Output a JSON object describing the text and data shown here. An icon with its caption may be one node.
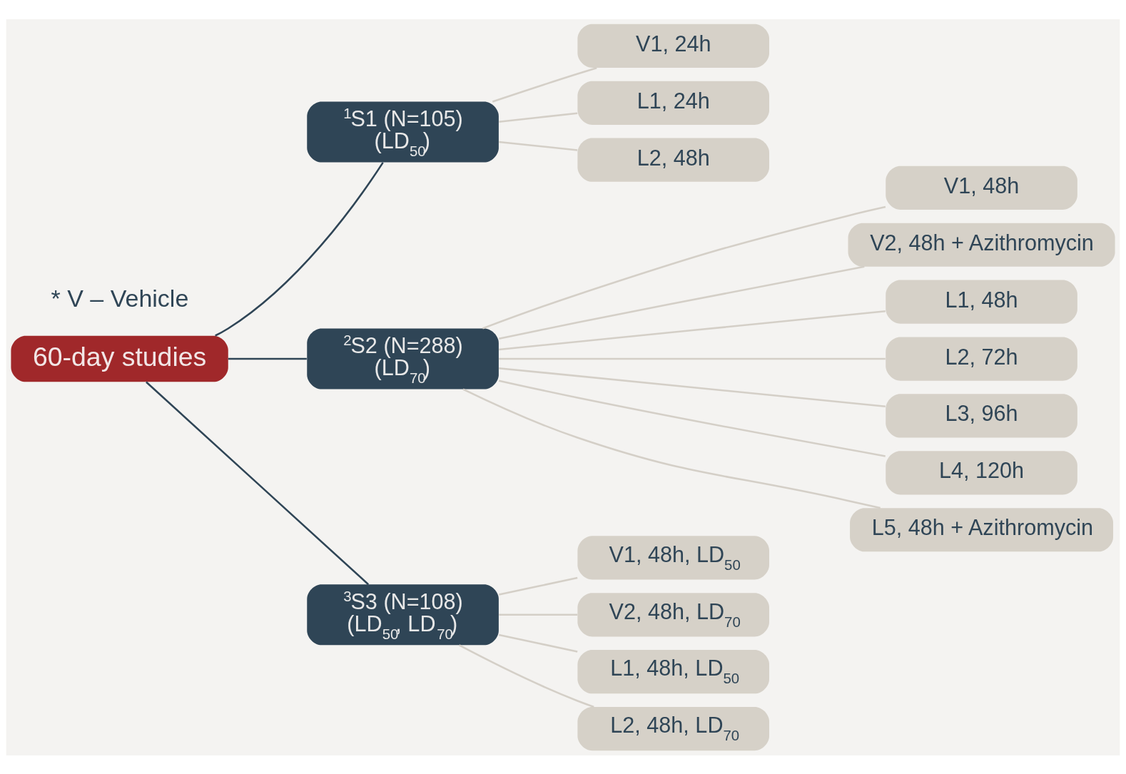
{
  "diagram": {
    "nodes": [
      {
        "text": [
          "60-day studies"
        ]
      },
      {
        "text": [
          "$^{1}$S1 (N=105)",
          "(LD$_{50}$)"
        ]
      },
      {
        "text": [
          "$^{2}$S2 (N=288)",
          "(LD$_{70}$)"
        ]
      },
      {
        "text": [
          "$^{3}$S3 (N=108)",
          "(LD$_{50}$, LD$_{70}$)"
        ]
      },
      {
        "text": [
          "V1, 24h"
        ]
      },
      {
        "text": [
          "L1, 24h"
        ]
      },
      {
        "text": [
          "L2, 48h"
        ]
      },
      {
        "text": [
          "V1, 48h"
        ]
      },
      {
        "text": [
          "V2, 48h + Azithromycin"
        ]
      },
      {
        "text": [
          "L1, 48h"
        ]
      },
      {
        "text": [
          "L2, 72h"
        ]
      },
      {
        "text": [
          "L3, 96h"
        ]
      },
      {
        "text": [
          "L4, 120h"
        ]
      },
      {
        "text": [
          "L5, 48h + Azithromycin"
        ]
      },
      {
        "text": [
          "V1, 48h, LD$_{50}$"
        ]
      },
      {
        "text": [
          "V2, 48h, LD$_{70}$"
        ]
      },
      {
        "text": [
          "L1, 48h, LD$_{50}$"
        ]
      },
      {
        "text": [
          "L2, 48h, LD$_{70}$"
        ]
      }
    ],
    "edges": [
      {
        "from": 0,
        "to": 1,
        "arrow": "none",
        "color": "#2f4556"
      },
      {
        "from": 0,
        "to": 2,
        "arrow": "none",
        "color": "#2f4556"
      },
      {
        "from": 0,
        "to": 3,
        "arrow": "none",
        "color": "#2f4556"
      },
      {
        "from": 1,
        "to": 4,
        "arrow": "none"
      },
      {
        "from": 1,
        "to": 5,
        "arrow": "none"
      },
      {
        "from": 1,
        "to": 6,
        "arrow": "none"
      },
      {
        "from": 2,
        "to": 7,
        "arrow": "none"
      },
      {
        "from": 2,
        "to": 8,
        "arrow": "none"
      },
      {
        "from": 2,
        "to": 9,
        "arrow": "none"
      },
      {
        "from": 2,
        "to": 10,
        "arrow": "none"
      },
      {
        "from": 2,
        "to": 11,
        "arrow": "none"
      },
      {
        "from": 2,
        "to": 12,
        "arrow": "none"
      },
      {
        "from": 2,
        "to": 13,
        "arrow": "none"
      },
      {
        "from": 3,
        "to": 14,
        "arrow": "none"
      },
      {
        "from": 3,
        "to": 15,
        "arrow": "none"
      },
      {
        "from": 3,
        "to": 16,
        "arrow": "none"
      },
      {
        "from": 3,
        "to": 17,
        "arrow": "none"
      }
    ],
    "labels": [
      "* V – Vehicle"
    ]
  }
}
